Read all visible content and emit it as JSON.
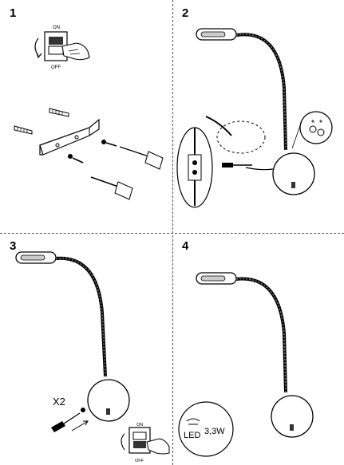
{
  "steps": [
    {
      "number": "1"
    },
    {
      "number": "2"
    },
    {
      "number": "3"
    },
    {
      "number": "4"
    }
  ],
  "switch": {
    "on_label": "ON",
    "off_label": "OFF"
  },
  "screws_count_label": "X2",
  "led_badge": {
    "type": "LED",
    "power": "3,3W"
  }
}
